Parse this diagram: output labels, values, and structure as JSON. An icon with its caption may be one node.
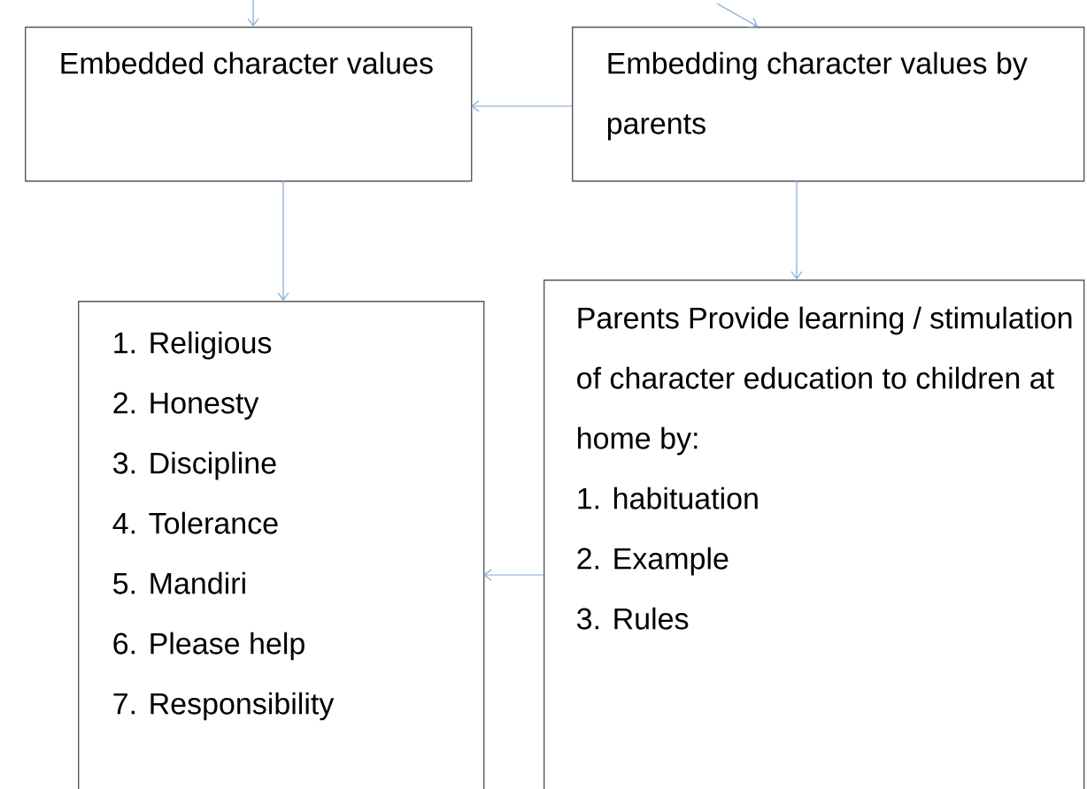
{
  "diagram": {
    "nodes": [
      {
        "text": [
          "Embedded character values"
        ]
      },
      {
        "text": [
          "Embedding character values by parents"
        ]
      },
      {
        "text": [
          "1. Religious",
          "2. Honesty",
          "3. Discipline",
          "4. Tolerance",
          "5. Mandiri",
          "6. Please help",
          "7. Responsibility"
        ]
      },
      {
        "text": [
          "Parents Provide learning / stimulation of character education to children at home by:",
          "1. habituation",
          "2. Example",
          "3. Rules"
        ]
      }
    ],
    "edges": [
      {
        "from": null,
        "to": 0,
        "arrow": "to"
      },
      {
        "from": null,
        "to": 1,
        "arrow": "to"
      },
      {
        "from": 1,
        "to": 0,
        "arrow": "to"
      },
      {
        "from": 0,
        "to": 2,
        "arrow": "to"
      },
      {
        "from": 1,
        "to": 3,
        "arrow": "to"
      },
      {
        "from": 3,
        "to": 2,
        "arrow": "to"
      }
    ]
  }
}
